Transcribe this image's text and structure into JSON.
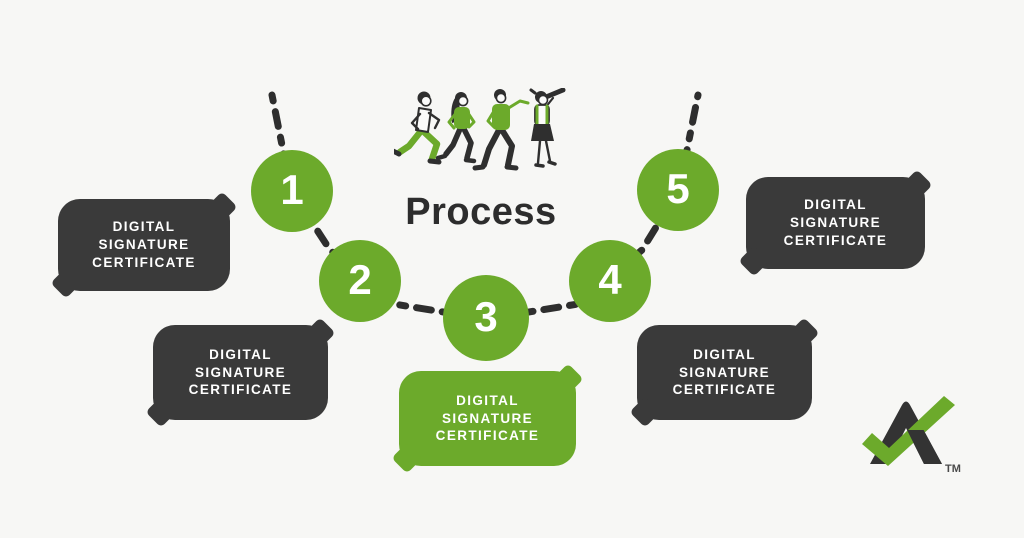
{
  "title": "Process",
  "illustration": "four-people-walking-leader-with-telescope",
  "steps": [
    {
      "number": "1"
    },
    {
      "number": "2"
    },
    {
      "number": "3"
    },
    {
      "number": "4"
    },
    {
      "number": "5"
    }
  ],
  "cards": [
    {
      "label": "DIGITAL SIGNATURE CERTIFICATE",
      "variant": "dark"
    },
    {
      "label": "DIGITAL SIGNATURE CERTIFICATE",
      "variant": "dark"
    },
    {
      "label": "DIGITAL SIGNATURE CERTIFICATE",
      "variant": "green"
    },
    {
      "label": "DIGITAL SIGNATURE CERTIFICATE",
      "variant": "dark"
    },
    {
      "label": "DIGITAL SIGNATURE CERTIFICATE",
      "variant": "dark"
    }
  ],
  "logo": {
    "trademark": "TM"
  },
  "colors": {
    "background": "#f7f7f5",
    "green": "#6caa2b",
    "dark_box": "#3a3a3a",
    "dash": "#2e2e2e",
    "title_text": "#2d2d2d",
    "label_text": "#ffffff"
  }
}
